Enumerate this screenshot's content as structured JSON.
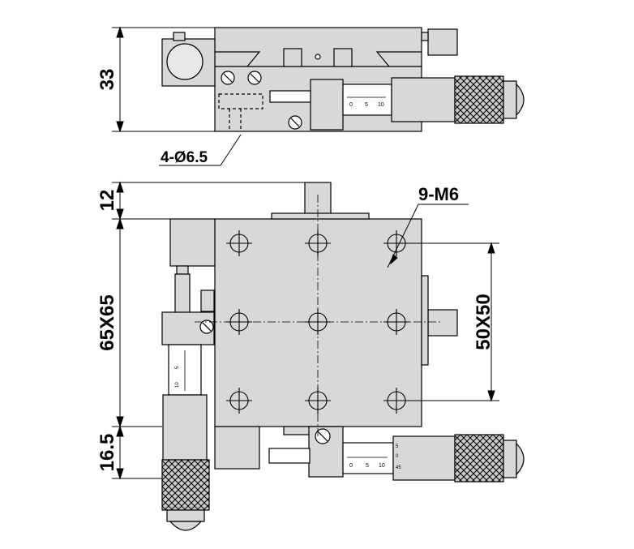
{
  "drawing": {
    "dimensions": {
      "side_height": "33",
      "hole_callout": "4-Ø6.5",
      "thread_callout": "9-M6",
      "top_offset": "12",
      "table_size": "65X65",
      "hole_pattern": "50X50",
      "bottom_offset": "16.5"
    },
    "micrometer_scale": {
      "upper_labels": [
        "0",
        "5",
        "10"
      ],
      "lower_labels": [
        "0",
        "5",
        "10"
      ],
      "thimble_labels": [
        "5",
        "0",
        "45"
      ],
      "vertical_labels": [
        "5",
        "10"
      ]
    },
    "colors": {
      "body_fill": "#d8d8d8",
      "line": "#000000",
      "white": "#ffffff"
    }
  }
}
